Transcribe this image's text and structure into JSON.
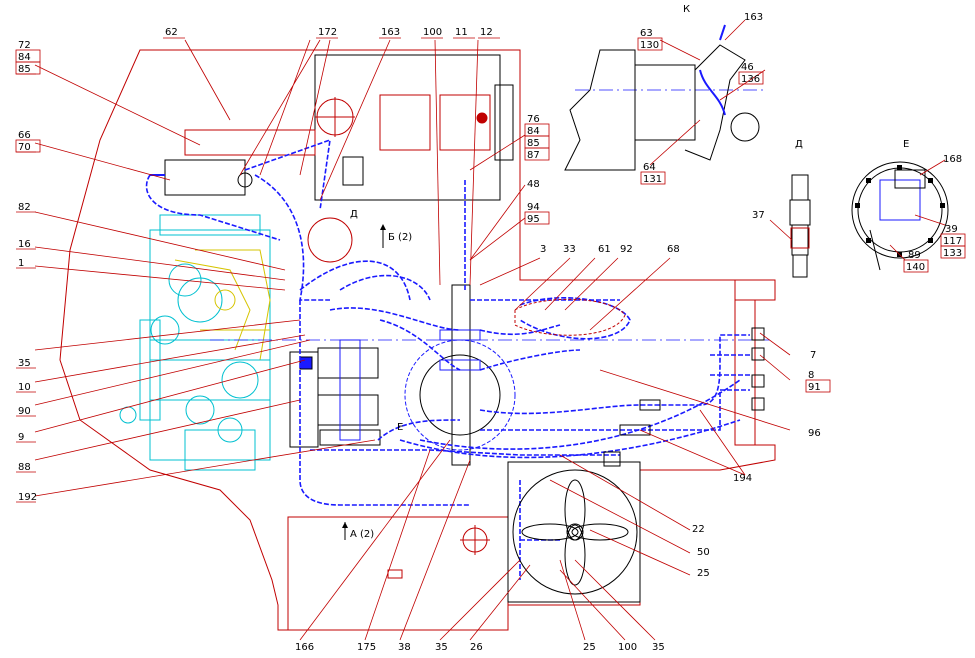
{
  "left_labels": [
    {
      "name": "72-84-85",
      "lines": [
        "72",
        "84",
        "85"
      ]
    },
    {
      "name": "66-70",
      "lines": [
        "66",
        "70"
      ]
    },
    {
      "name": "82",
      "lines": [
        "82"
      ]
    },
    {
      "name": "16",
      "lines": [
        "16"
      ]
    },
    {
      "name": "1",
      "lines": [
        "1"
      ]
    },
    {
      "name": "35",
      "lines": [
        "35"
      ]
    },
    {
      "name": "10",
      "lines": [
        "10"
      ]
    },
    {
      "name": "90",
      "lines": [
        "90"
      ]
    },
    {
      "name": "9",
      "lines": [
        "9"
      ]
    },
    {
      "name": "88",
      "lines": [
        "88"
      ]
    },
    {
      "name": "192",
      "lines": [
        "192"
      ]
    }
  ],
  "top_labels": [
    "62",
    "172",
    "163",
    "100",
    "11",
    "12"
  ],
  "right_labels": [
    {
      "name": "76-84-85-87",
      "lines": [
        "76",
        "84",
        "85",
        "87"
      ]
    },
    {
      "name": "48",
      "lines": [
        "48"
      ]
    },
    {
      "name": "94-95",
      "lines": [
        "94",
        "95"
      ]
    },
    {
      "name": "3",
      "lines": [
        "3"
      ]
    },
    {
      "name": "33",
      "lines": [
        "33"
      ]
    },
    {
      "name": "61",
      "lines": [
        "61"
      ]
    },
    {
      "name": "92",
      "lines": [
        "92"
      ]
    },
    {
      "name": "68",
      "lines": [
        "68"
      ]
    },
    {
      "name": "7",
      "lines": [
        "7"
      ]
    },
    {
      "name": "8-91",
      "lines": [
        "8",
        "91"
      ]
    },
    {
      "name": "96",
      "lines": [
        "96"
      ]
    },
    {
      "name": "194",
      "lines": [
        "194"
      ]
    },
    {
      "name": "22",
      "lines": [
        "22"
      ]
    },
    {
      "name": "50",
      "lines": [
        "50"
      ]
    },
    {
      "name": "25-right",
      "lines": [
        "25"
      ]
    }
  ],
  "bottom_labels": [
    "166",
    "175",
    "38",
    "35",
    "26",
    "25",
    "100",
    "35"
  ],
  "views": {
    "k": {
      "title": "К",
      "labels": [
        "63",
        "130",
        "163",
        "46",
        "136",
        "64",
        "131"
      ]
    },
    "d": {
      "title": "Д",
      "labels": [
        "37"
      ]
    },
    "e": {
      "title": "Е",
      "labels": [
        "168",
        "39",
        "117",
        "133",
        "89",
        "140"
      ]
    }
  },
  "section_marks": {
    "b": "Б (2)",
    "a": "А (2)",
    "d_mark": "Д",
    "e_mark": "Е"
  },
  "colors": {
    "outline": "#c00000",
    "hose": "#1a1aff",
    "engine": "#00c0d0",
    "engine2": "#d6c400",
    "leader": "#c00000"
  }
}
